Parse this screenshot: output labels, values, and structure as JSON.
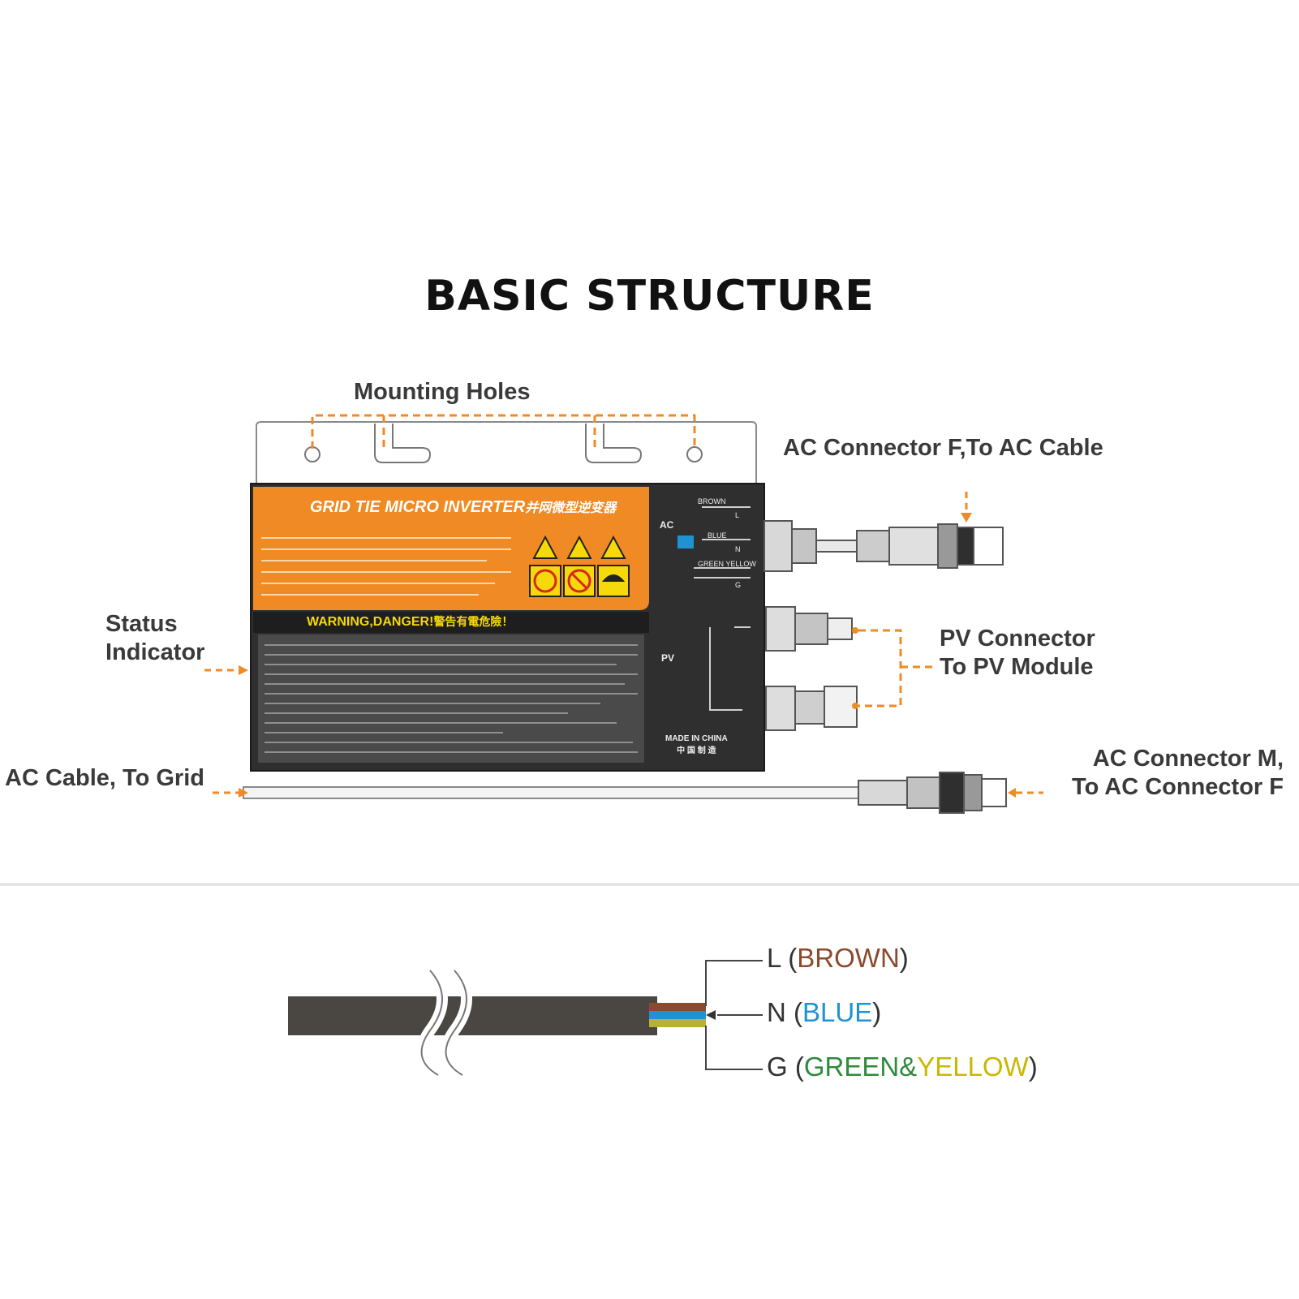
{
  "title": "BASIC STRUCTURE",
  "callouts": {
    "mounting_holes": "Mounting Holes",
    "ac_connector_f": "AC Connector  F,To AC Cable",
    "status_indicator": [
      "Status",
      "Indicator"
    ],
    "pv_connector": [
      "PV Connector",
      "To PV Module"
    ],
    "ac_cable": "AC Cable, To Grid",
    "ac_connector_m": [
      "AC Connector  M,",
      "To AC Connector  F"
    ]
  },
  "device": {
    "plate_title": "GRID TIE MICRO INVERTER",
    "plate_title_cn": "并网微型逆变器",
    "warning": "WARNING,DANGER!",
    "warning_cn": "警告有電危險！",
    "made_in": "MADE IN CHINA",
    "made_in_cn": "中 国 制 造",
    "ac_label": "AC",
    "pv_label": "PV",
    "wire_codes": [
      "BROWN",
      "L",
      "BLUE",
      "N",
      "GREEN YELLOW",
      "G"
    ]
  },
  "cable_legend": {
    "l": {
      "prefix": "L (",
      "color_name": "BROWN",
      "suffix": ")"
    },
    "n": {
      "prefix": "N (",
      "color_name": "BLUE",
      "suffix": ")"
    },
    "g": {
      "prefix": "G (",
      "color_name_1": "GREEN",
      "amp": "&",
      "color_name_2": "YELLOW",
      "suffix": ")"
    }
  },
  "colors": {
    "accent_orange": "#f08a24",
    "plate_dark": "#2a2a2a",
    "brown": "#8b4a2b",
    "blue": "#1f93d1",
    "green": "#2e8b3a",
    "yellow": "#c9b800"
  }
}
